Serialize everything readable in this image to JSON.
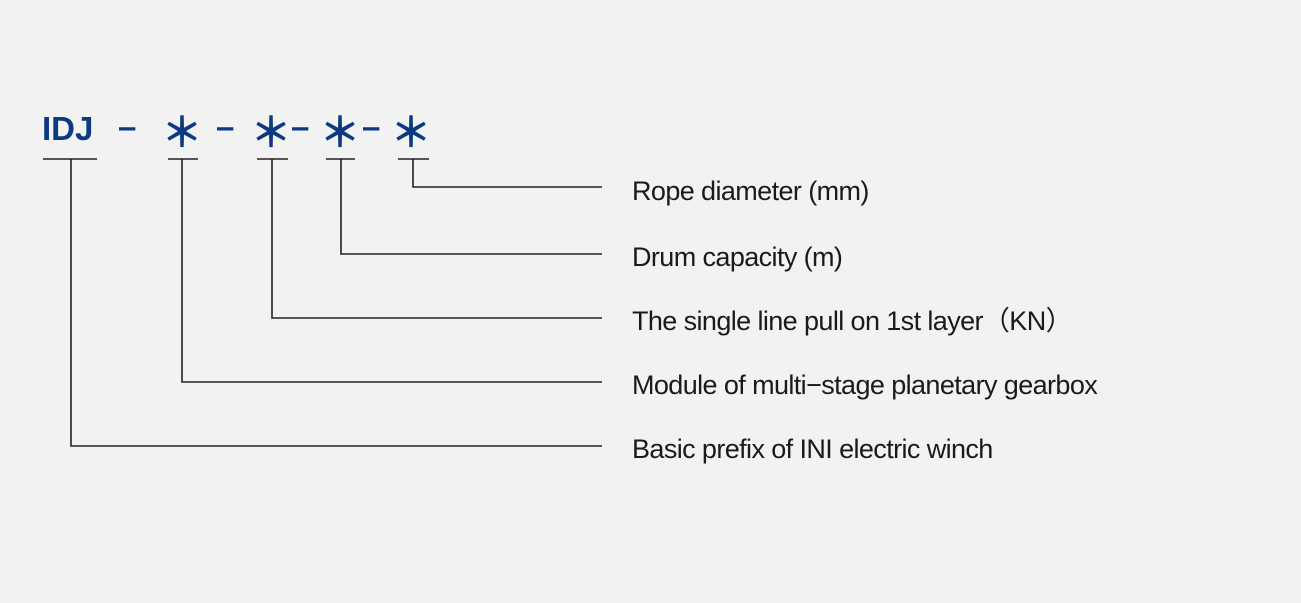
{
  "code": {
    "prefix": "IDJ",
    "separator": "–",
    "placeholder": "＊"
  },
  "labels": [
    "Rope diameter (mm)",
    "Drum capacity (m)",
    "The single line pull on 1st layer（KN）",
    "Module of multi−stage planetary gearbox",
    "Basic prefix of INI electric winch"
  ],
  "colors": {
    "code": "#0b3a80",
    "background": "#f2f2f2",
    "text": "#1a1a1a"
  }
}
